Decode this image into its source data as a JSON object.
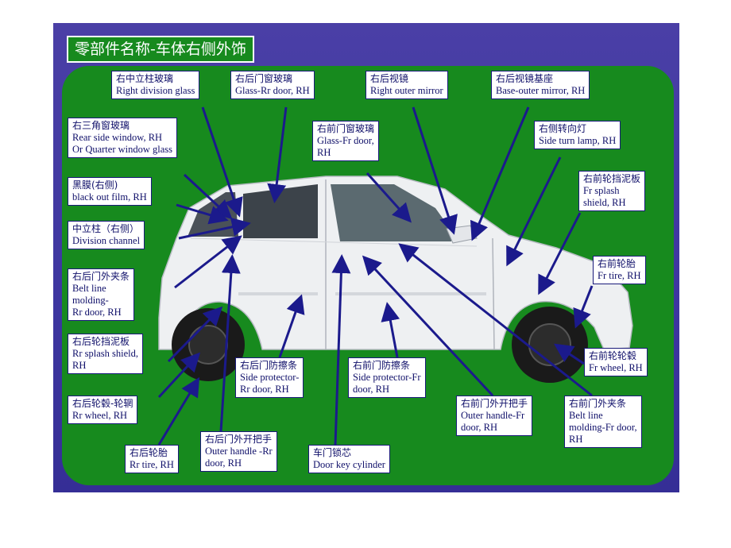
{
  "title": "零部件名称-车体右侧外饰",
  "colors": {
    "background": "#3d36a0",
    "panel": "#178a1e",
    "label_border": "#1a1a7a",
    "arrow": "#1b1a8c"
  },
  "labels": [
    {
      "id": "right-division-glass",
      "zh": "右中立柱玻璃",
      "en": "Right division glass"
    },
    {
      "id": "glass-rr-door",
      "zh": "右后门窗玻璃",
      "en": "Glass-Rr door, RH"
    },
    {
      "id": "right-outer-mirror",
      "zh": "右后视镜",
      "en": "Right outer mirror"
    },
    {
      "id": "base-outer-mirror",
      "zh": "右后视镜基座",
      "en": "Base-outer mirror, RH"
    },
    {
      "id": "rear-side-window",
      "zh": "右三角窗玻璃",
      "en": "Rear side window, RH\nOr Quarter window glass"
    },
    {
      "id": "glass-fr-door",
      "zh": "右前门窗玻璃",
      "en": "Glass-Fr door,\nRH"
    },
    {
      "id": "side-turn-lamp",
      "zh": "右侧转向灯",
      "en": "Side turn lamp, RH"
    },
    {
      "id": "black-out-film",
      "zh": "黑膜(右侧)",
      "en": "black out film, RH"
    },
    {
      "id": "fr-splash-shield",
      "zh": "右前轮挡泥板",
      "en": "Fr splash\nshield, RH"
    },
    {
      "id": "division-channel",
      "zh": "中立柱（右侧）",
      "en": "Division channel"
    },
    {
      "id": "fr-tire",
      "zh": "右前轮胎",
      "en": "Fr tire, RH"
    },
    {
      "id": "belt-line-molding-rr",
      "zh": "右后门外夹条",
      "en": "Belt line\nmolding-\nRr door, RH"
    },
    {
      "id": "rr-splash-shield",
      "zh": "右后轮挡泥板",
      "en": "Rr splash shield,\nRH"
    },
    {
      "id": "side-protector-rr",
      "zh": "右后门防擦条",
      "en": "Side protector-\nRr door, RH"
    },
    {
      "id": "side-protector-fr",
      "zh": "右前门防擦条",
      "en": "Side protector-Fr\ndoor, RH"
    },
    {
      "id": "fr-wheel",
      "zh": "右前轮轮毂",
      "en": "Fr wheel, RH"
    },
    {
      "id": "rr-wheel",
      "zh": "右后轮毂-轮辋",
      "en": "Rr wheel, RH"
    },
    {
      "id": "outer-handle-fr",
      "zh": "右前门外开把手",
      "en": "Outer handle-Fr\ndoor, RH"
    },
    {
      "id": "belt-line-molding-fr",
      "zh": "右前门外夹条",
      "en": "Belt line\nmolding-Fr door,\nRH"
    },
    {
      "id": "outer-handle-rr",
      "zh": "右后门外开把手",
      "en": "Outer handle -Rr\ndoor, RH"
    },
    {
      "id": "rr-tire",
      "zh": "右后轮胎",
      "en": "Rr tire, RH"
    },
    {
      "id": "door-key-cylinder",
      "zh": "车门锁芯",
      "en": "Door key cylinder"
    }
  ]
}
